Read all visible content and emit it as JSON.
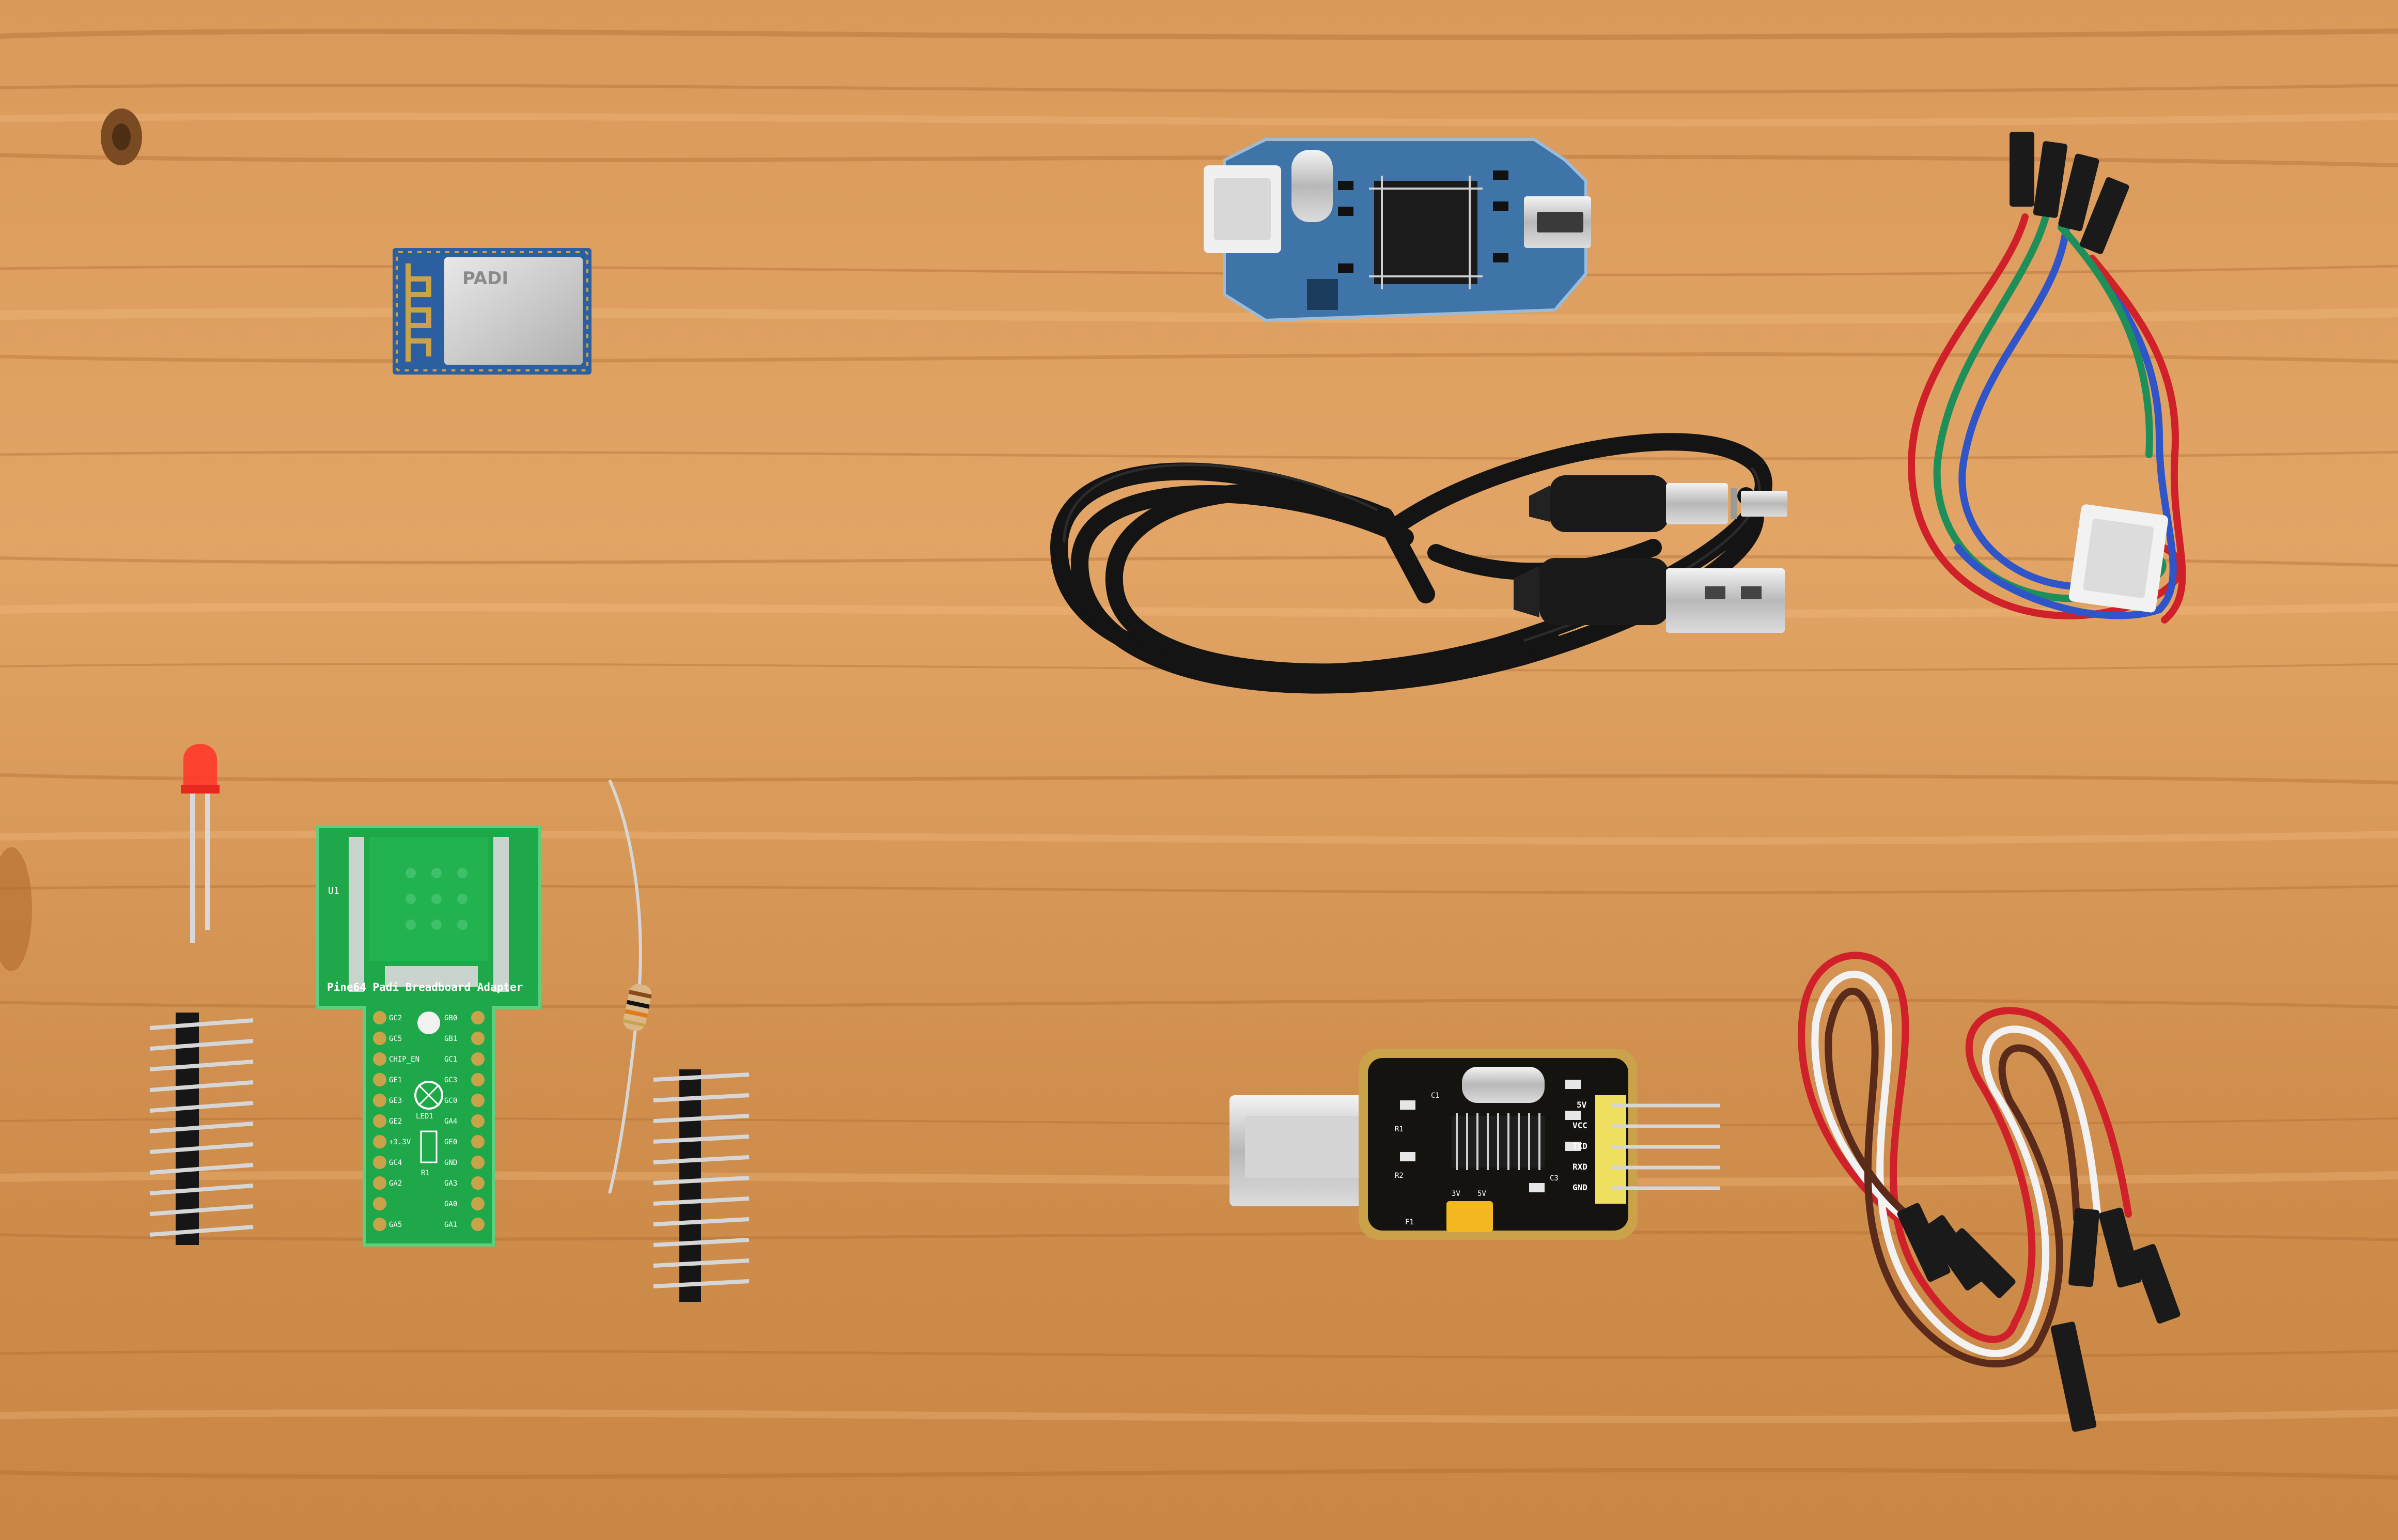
{
  "scene": {
    "colors": {
      "wood_light": "#e2a566",
      "wood_mid": "#c98a4a",
      "wood_dark": "#9c5f2a",
      "pcb_green": "#1fa84a",
      "pcb_blue": "#3f74a8",
      "pcb_black": "#15130f",
      "cable_black": "#141414",
      "wire_red": "#d0202a",
      "wire_green": "#1f8f5a",
      "wire_blue": "#2f55c8",
      "wire_white": "#f2f2f2",
      "wire_brown": "#5a2a1a",
      "led_red": "#ff3a2a",
      "gold": "#c9a24a"
    },
    "labels": {
      "wifi_module": "PADI",
      "adapter_board": "Pine64 Padi Breadboard Adapter",
      "adapter_ref": "U1",
      "adapter_pins": [
        "GC2",
        "GB0",
        "GC5",
        "GB1",
        "CHIP_EN",
        "GC1",
        "GE1",
        "GC3",
        "GE3",
        "GC0",
        "GE2",
        "GA4",
        "+3.3V",
        "GE0",
        "GC4",
        "GND",
        "GA2",
        "GA3",
        "GA5",
        "GA1",
        "GA0"
      ],
      "adapter_led": "LED1",
      "adapter_resistor": "R1",
      "usb_uart_pins": [
        "5V",
        "VCC",
        "TXD",
        "RXD",
        "GND"
      ],
      "usb_uart_jumper": [
        "3V",
        "5V"
      ],
      "usb_uart_refs": [
        "F1",
        "C1",
        "C3",
        "R1",
        "R2"
      ]
    }
  }
}
